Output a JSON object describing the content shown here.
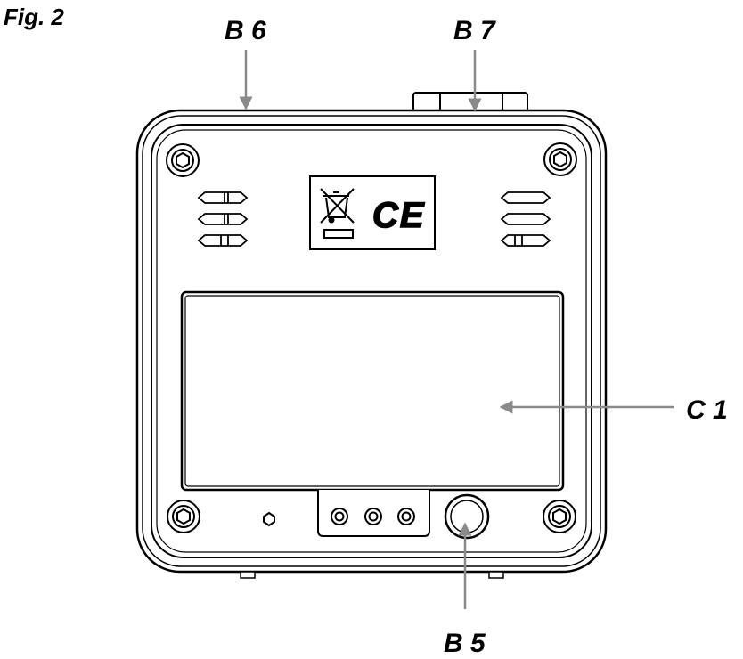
{
  "figure": {
    "label": "Fig. 2"
  },
  "callouts": {
    "b6": "B 6",
    "b7": "B 7",
    "c1": "C 1",
    "b5": "B 5"
  },
  "marks": {
    "ce": "CE"
  },
  "colors": {
    "line": "#000000",
    "arrow": "#8a8a8a",
    "background": "#ffffff"
  },
  "icons": [
    "weee-bin-icon",
    "ce-mark-icon",
    "screw-icon",
    "vent-slot-icon",
    "led-icon",
    "jack-icon",
    "power-button-icon"
  ]
}
